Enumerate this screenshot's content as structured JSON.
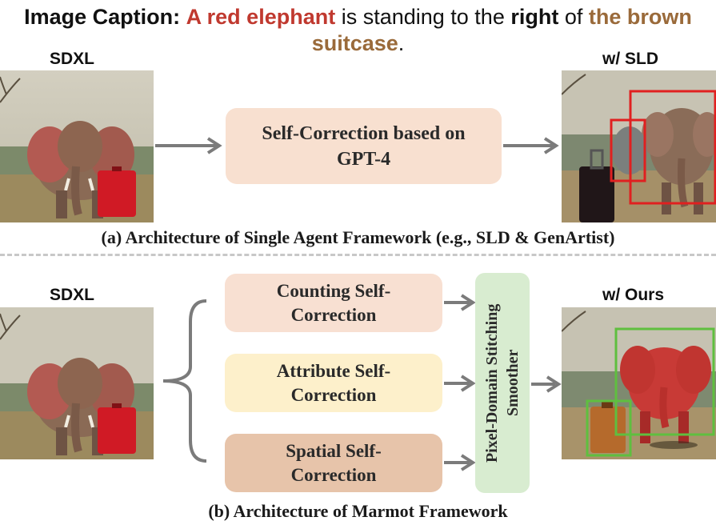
{
  "caption": {
    "prefix": "Image Caption:",
    "part1": "A red elephant",
    "part2": " is standing to the ",
    "part3": "right",
    "part4": " of ",
    "part5": "the brown",
    "part6": "suitcase",
    "part7": "."
  },
  "section_a": {
    "input_label": "SDXL",
    "box_text": "Self-Correction based on GPT-4",
    "output_label": "w/ SLD",
    "title": "(a) Architecture of Single Agent Framework (e.g., SLD & GenArtist)"
  },
  "section_b": {
    "input_label": "SDXL",
    "boxes": [
      {
        "text": "Counting Self-Correction"
      },
      {
        "text": "Attribute Self-Correction"
      },
      {
        "text": "Spatial Self-Correction"
      }
    ],
    "smoother_text": "Pixel-Domain Stitching Smoother",
    "output_label": "w/ Ours",
    "title": "(b) Architecture of Marmot Framework"
  },
  "colors": {
    "box_a": "#f8e0d0",
    "counting": "#f8e0d2",
    "attribute": "#fdf0cb",
    "spatial": "#e7c4aa",
    "smoother": "#d8ecd0",
    "arrow": "#7b7b7b",
    "red_box": "#e02020",
    "green_box": "#5fbf3f"
  }
}
